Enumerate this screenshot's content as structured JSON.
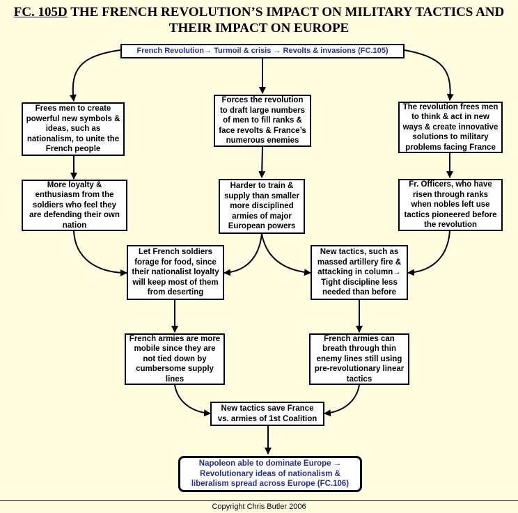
{
  "title": {
    "code": "FC. 105D",
    "line1_rest": " THE FRENCH REVOLUTION’S IMPACT ON MILITARY TACTICS AND",
    "line2": "THEIR IMPACT ON EUROPE"
  },
  "nodes": {
    "top": "French Revolution→ Turmoil & crisis → Revolts & invasions (FC.105)",
    "left1": "Frees men to create powerful new symbols & ideas, such as nationalism, to unite the French people",
    "mid1": "Forces the revolution to draft large numbers of men to fill ranks & face revolts & France’s numerous enemies",
    "right1": "The revolution frees men to think & act in new ways & create innovative solutions to military problems facing France",
    "left2": "More loyalty & enthusiasm from the soldiers who feel they are defending their own nation",
    "mid2": "Harder to train & supply than smaller more disciplined armies of major European powers",
    "right2": "Fr. Officers, who have risen through ranks when nobles left use tactics pioneered before the revolution",
    "forage": "Let French soldiers forage for food, since their nationalist loyalty will keep most of them from deserting",
    "tactics": "New tactics, such as massed artillery fire & attacking in column→ Tight discipline less needed than before",
    "mobile": "French armies are more mobile since they are not tied down by cumbersome supply lines",
    "breath": "French armies can breath through thin enemy lines still using pre-revolutionary linear tactics",
    "save": "New tactics save France vs. armies of 1st Coalition",
    "napoleon": "Napoleon able to dominate Europe → Revolutionary ideas of nationalism & liberalism spread across Europe (FC.106)"
  },
  "footer": "Copyright Chris Butler 2006"
}
